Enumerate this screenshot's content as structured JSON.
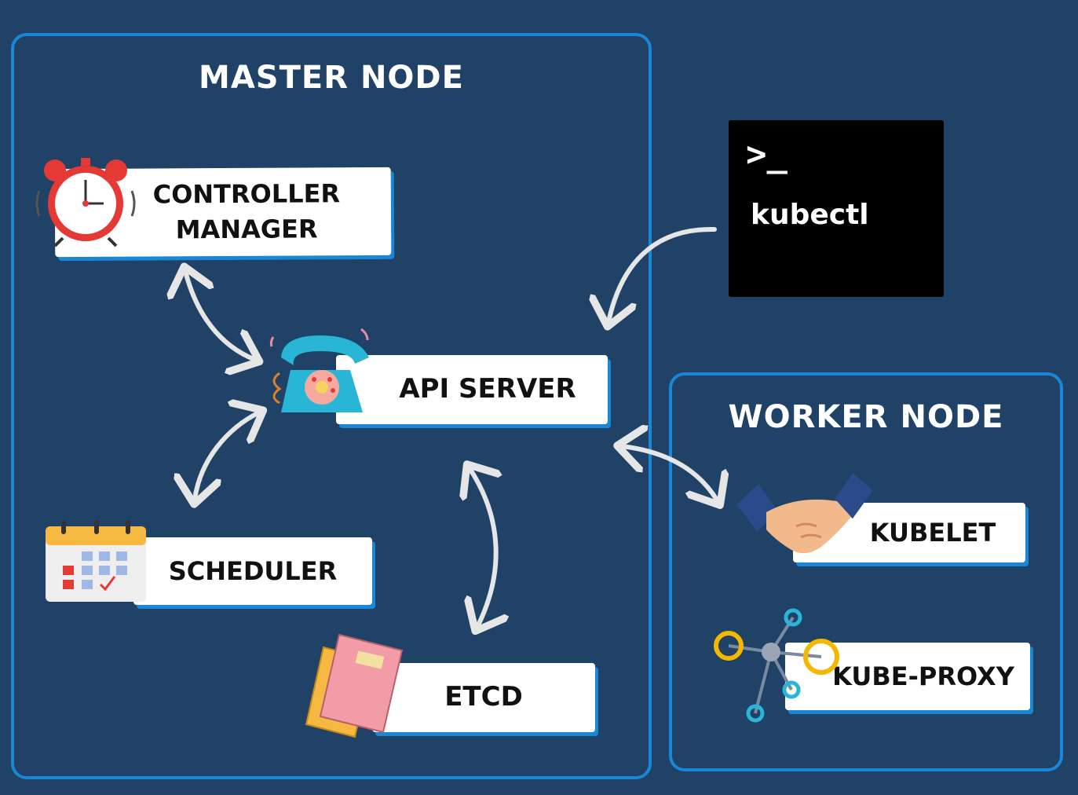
{
  "master_node": {
    "title": "MASTER NODE"
  },
  "worker_node": {
    "title": "WORKER NODE"
  },
  "components": {
    "controller_manager": {
      "line1": "CONTROLLER",
      "line2": "MANAGER",
      "icon": "alarm-clock-icon"
    },
    "api_server": {
      "label": "API SERVER",
      "icon": "telephone-icon"
    },
    "scheduler": {
      "label": "SCHEDULER",
      "icon": "calendar-icon"
    },
    "etcd": {
      "label": "ETCD",
      "icon": "notebook-icon"
    },
    "kubelet": {
      "label": "KUBELET",
      "icon": "handshake-icon"
    },
    "kube_proxy": {
      "label": "KUBE-PROXY",
      "icon": "network-nodes-icon"
    }
  },
  "terminal": {
    "prompt": ">_",
    "label": "kubectl",
    "icon": "terminal-icon"
  },
  "colors": {
    "background": "#1f4266",
    "border": "#1a86d6",
    "card": "#ffffff",
    "arrow": "#e6e6e6",
    "terminal": "#000000"
  }
}
